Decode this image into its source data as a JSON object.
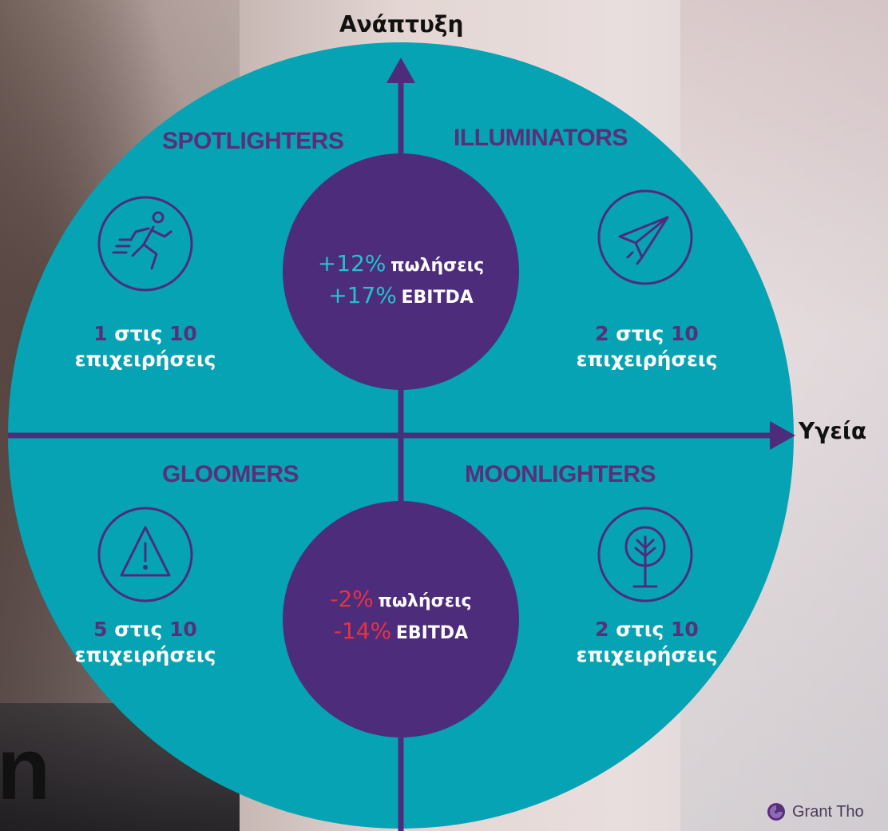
{
  "axes": {
    "vertical": "Ανάπτυξη",
    "horizontal": "Υγεία"
  },
  "quadrants": {
    "top_left": {
      "title": "SPOTLIGHTERS",
      "icon": "running-person-icon",
      "count_num": "1",
      "count_mid": "στις",
      "count_den": "10",
      "count_word": "επιχειρήσεις"
    },
    "top_right": {
      "title": "ILLUMINATORS",
      "icon": "paper-plane-icon",
      "count_num": "2",
      "count_mid": "στις",
      "count_den": "10",
      "count_word": "επιχειρήσεις"
    },
    "bottom_left": {
      "title": "GLOOMERS",
      "icon": "warning-triangle-icon",
      "count_num": "5",
      "count_mid": "στις",
      "count_den": "10",
      "count_word": "επιχειρήσεις"
    },
    "bottom_right": {
      "title": "MOONLIGHTERS",
      "icon": "tree-icon",
      "count_num": "2",
      "count_mid": "στις",
      "count_den": "10",
      "count_word": "επιχειρήσεις"
    }
  },
  "center_top": {
    "sales_pct": "+12%",
    "sales_label": "πωλήσεις",
    "ebitda_pct": "+17%",
    "ebitda_label": "EBITDA"
  },
  "center_bottom": {
    "sales_pct": "-2%",
    "sales_label": "πωλήσεις",
    "ebitda_pct": "-14%",
    "ebitda_label": "EBITDA"
  },
  "logo": {
    "text": "Grant Tho"
  },
  "background_letter": "n",
  "colors": {
    "teal": "#06a3b4",
    "purple": "#4e2c7c",
    "accent_positive": "#23c2cc",
    "accent_negative": "#e8323f"
  }
}
